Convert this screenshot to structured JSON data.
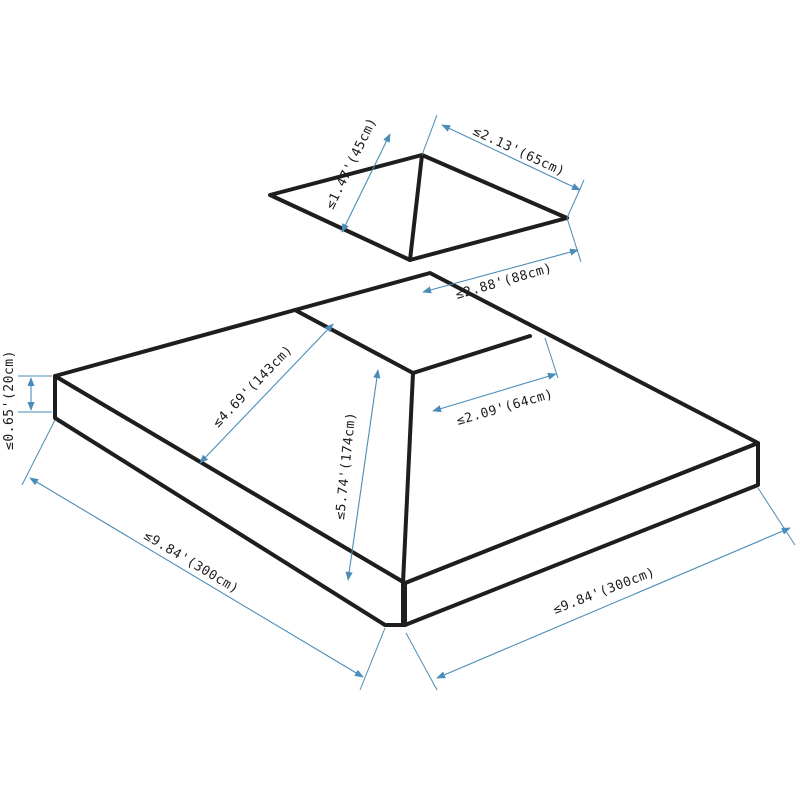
{
  "colors": {
    "outline": "#1e1e1e",
    "dimension": "#4a8db8",
    "background": "#ffffff"
  },
  "dimensions": {
    "top_slant": "≤1.47'(45cm)",
    "top_width": "≤2.13'(65cm)",
    "top_span": "≤2.88'(88cm)",
    "roof_slant": "≤4.69'(143cm)",
    "height": "≤5.74'(174cm)",
    "roof_step": "≤2.09'(64cm)",
    "border_depth": "≤0.65'(20cm)",
    "left_side": "≤9.84'(300cm)",
    "right_side": "≤9.84'(300cm)"
  }
}
